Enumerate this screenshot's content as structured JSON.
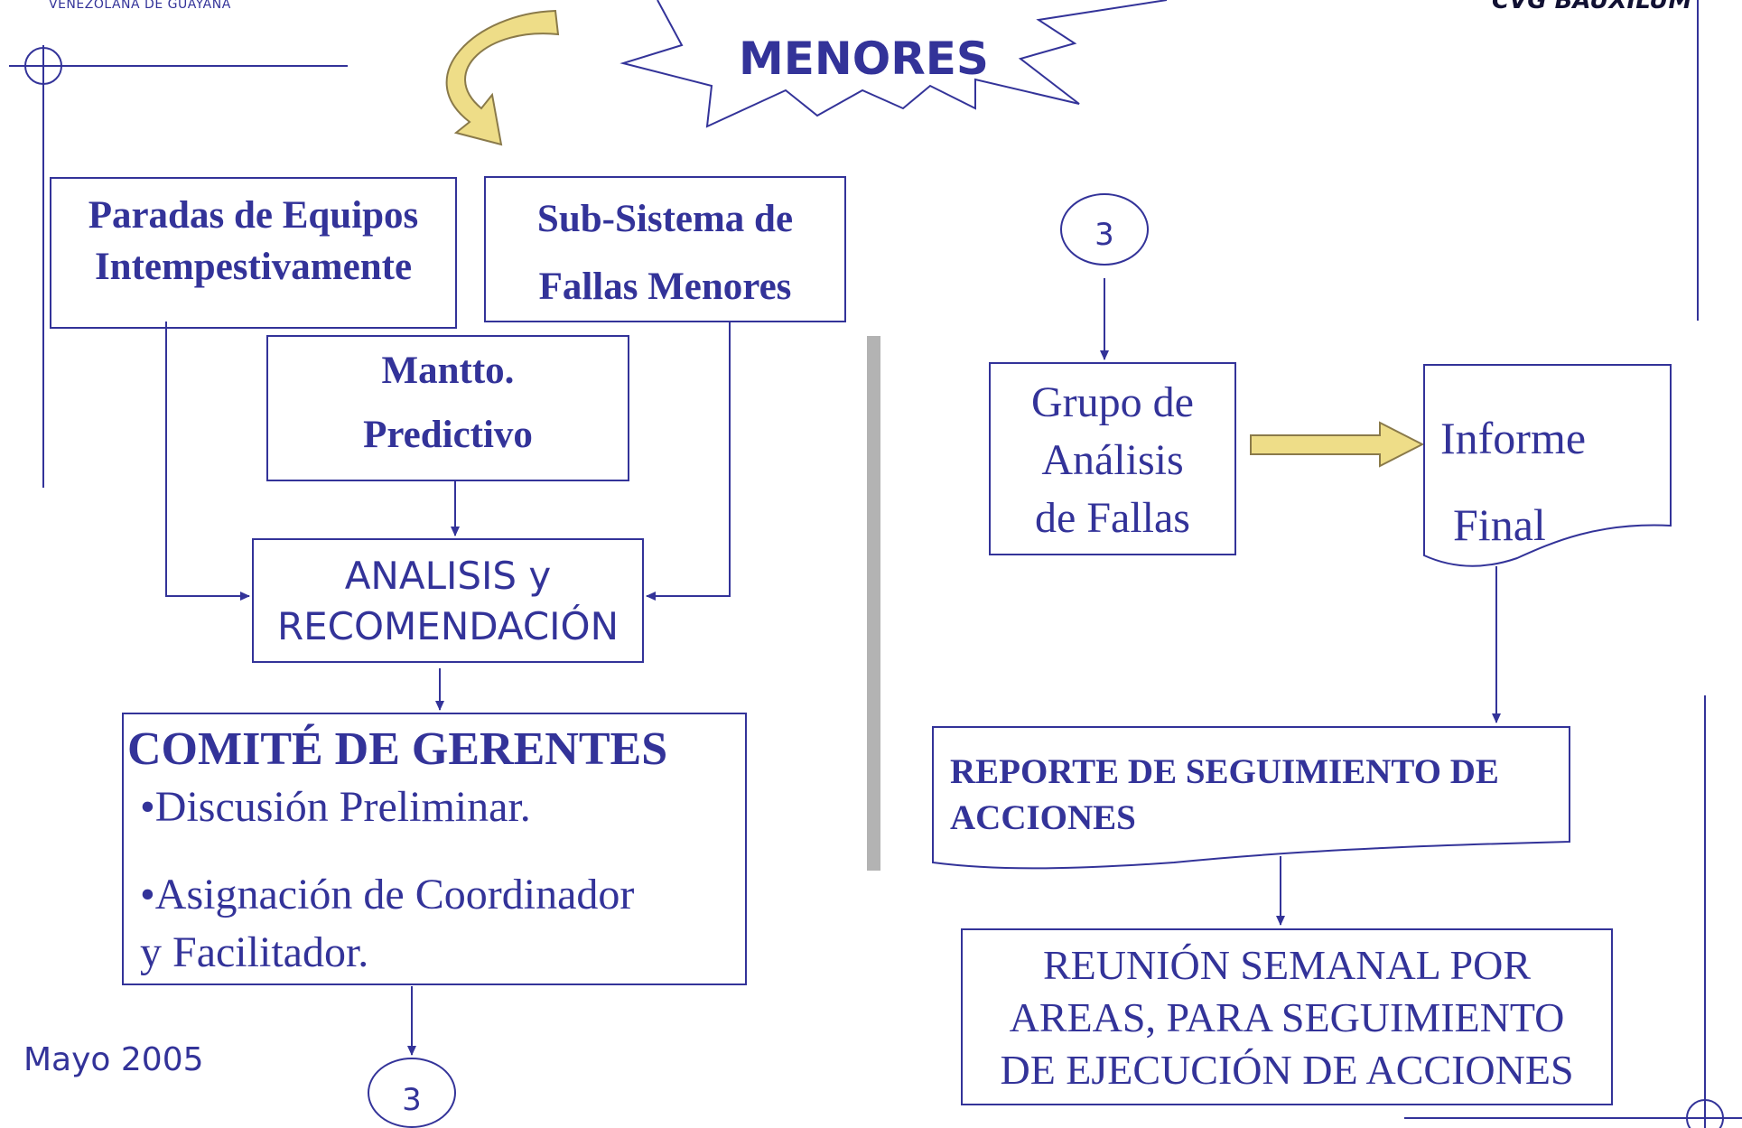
{
  "header": {
    "org_line": "VENEZOLANA DE GUAYANA",
    "company": "CVG BAUXILUM",
    "title": "MENORES"
  },
  "footer": {
    "date": "Mayo 2005"
  },
  "left_flow": {
    "box_paradas": {
      "line1": "Paradas de Equipos",
      "line2": "Intempestivamente"
    },
    "box_subsistema": {
      "line1": "Sub-Sistema de",
      "line2": "Fallas Menores"
    },
    "box_mantto": {
      "line1": "Mantto.",
      "line2": "Predictivo"
    },
    "box_analisis": {
      "line1": "ANALISIS y",
      "line2": "RECOMENDACIÓN"
    },
    "box_comite": {
      "heading": "COMITÉ DE GERENTES",
      "item1": "•Discusión Preliminar.",
      "item2_line1": "•Asignación de Coordinador",
      "item2_line2": "y Facilitador."
    },
    "connector_bottom": "3"
  },
  "right_flow": {
    "connector_top": "3",
    "box_grupo": {
      "line1": "Grupo de",
      "line2": "Análisis",
      "line3": "de Fallas"
    },
    "doc_informe": {
      "line1": "Informe",
      "line2": "Final"
    },
    "doc_reporte": {
      "line1": "REPORTE DE SEGUIMIENTO DE",
      "line2": "ACCIONES"
    },
    "box_reunion": {
      "line1": "REUNIÓN SEMANAL POR",
      "line2": "AREAS, PARA SEGUIMIENTO",
      "line3": "DE EJECUCIÓN DE ACCIONES"
    }
  },
  "colors": {
    "ink": "#333399",
    "arrow_fill": "#eedd88",
    "arrow_stroke": "#8a7a4a",
    "divider": "#b3b3b3"
  }
}
